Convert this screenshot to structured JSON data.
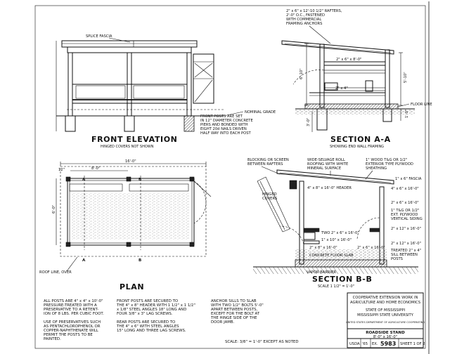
{
  "front_elevation": {
    "title": "FRONT ELEVATION",
    "subtitle": "HINGED COVERS NOT SHOWN",
    "label_splice": "SPLICE FASCIA",
    "label_grade": "NOMINAL GRADE",
    "post_note": [
      "FRONT POSTS ARE SET",
      "IN 12\" DIAMETER CONCRETE",
      "PIERS AND BONDED WITH",
      "EIGHT 20d NAILS DRIVEN",
      "HALF WAY INTO EACH POST"
    ]
  },
  "section_aa": {
    "title": "SECTION A-A",
    "subtitle": "SHOWING END WALL FRAMING",
    "rafters_note": [
      "2\" x 6\" x 12'-10 1/2\" RAFTERS,",
      "2'-0\" O.C., FASTENED",
      "WITH COMMERCIAL",
      "FRAMING ANCHORS"
    ],
    "lbl_2x6": "2\" x 6\" x 8'-0\"",
    "lbl_2x4": "2\" x 4\"",
    "lbl_floor": "FLOOR LINE",
    "dim_left": "6'-10\"",
    "dim_right": "5'-10\"",
    "dim_bot_left": "3'-0\"",
    "dim_bot_right": "1'-0\""
  },
  "plan": {
    "title": "PLAN",
    "dim_top": "16'-0\"",
    "dim_left_seg": "8'-0\"",
    "dim_edge": "12\"",
    "dim_side": "6'-0\"",
    "marker_a": "A",
    "marker_b": "B",
    "roof_line": "ROOF LINE, OVER"
  },
  "section_bb": {
    "title": "SECTION B-B",
    "scale": "SCALE 1 1/2\" = 1'-0\"",
    "blocking": [
      "BLOCKING OR SCREEN",
      "BETWEEN RAFTERS"
    ],
    "roll_roofing": [
      "WIDE-SELVAGE ROLL",
      "ROOFING WITH WHITE",
      "MINERAL SURFACE"
    ],
    "sheathing": [
      "1\" WOOD T&G OR 1/2\"",
      "EXTERIOR TYPE PLYWOOD",
      "SHEATHING"
    ],
    "fascia": "1\" x 6\" FASCIA",
    "header": "4\" x 8\" x 16'-0\" HEADER",
    "hinged": [
      "HINGED",
      "COVERS"
    ],
    "lbl_4x6": "4\" x 6\" x 16'-0\"",
    "lbl_2x6": "2\" x 6\" x 16'-0\"",
    "siding": [
      "1\" T&G OR 1/2\"",
      "EXT. PLYWOOD",
      "VERTICAL SIDING"
    ],
    "lbl_2x12": "2\" x 12\" x 16'-0\"",
    "lbl_two2x6": "TWO 2\" x 6\" x 16'-0\"",
    "lbl_1x10": "1\" x 10\" x 16'-0\"",
    "lbl_2x8": "2\" x 8\" x 16'-0\"",
    "lbl_2x6b": "2\" x 6\" x 16'-0\"",
    "lbl_2x12b": "2\" x 12\" x 16'-0\"",
    "treated": [
      "TREATED 2\" x 4\"",
      "SILL BETWEEN",
      "POSTS"
    ],
    "slab": "CONCRETE FLOOR SLAB",
    "vapor": "VAPOR BARRIER"
  },
  "notes": {
    "col1": [
      "ALL POSTS ARE 4\" x 4\" x 10'-0\"",
      "PRESSURE-TREATED WITH A",
      "PRESERVATIVE TO A RETENT-",
      "ION OF 8 LBS. PER CUBIC FOOT.",
      "",
      "USE OF PRESERVATIVES SUCH",
      "AS PENTACHLOROPHENOL OR",
      "COPPER-NAPHTHENATE WILL",
      "PERMIT THE POSTS TO BE",
      "PAINTED."
    ],
    "col2": [
      "FRONT POSTS ARE SECURED TO",
      "THE 4\" x 8\" HEADER WITH 1 1/2\" x 1 1/2\"",
      "x 1/8\" STEEL ANGLES 18\" LONG AND",
      "FOUR 3/8\" x 3\" LAG SCREWS.",
      "",
      "REAR POSTS ARE SECURED TO",
      "THE 4\" x 6\" WITH STEEL ANGLES",
      "15\" LONG AND THREE LAG SCREWS."
    ],
    "col3": [
      "ANCHOR SILLS TO SLAB",
      "WITH TWO 1/2\" BOLTS 5'-0\"",
      "APART BETWEEN POSTS,",
      "EXCEPT FOR THE BOLT AT",
      "THE HINGE SIDE OF THE",
      "DOOR JAMB."
    ],
    "scale": "SCALE: 3/8\" = 1'-0\" EXCEPT AS NOTED"
  },
  "title_block": {
    "line1": "COOPERATIVE EXTENSION WORK IN",
    "line2": "AGRICULTURE AND HOME ECONOMICS",
    "line3": "STATE OF MISSISSIPPI",
    "line4": "MISSISSIPPI STATE UNIVERSITY",
    "line5": "UNITED STATES DEPARTMENT OF AGRICULTURE COOPERATING",
    "name": "ROADSIDE STAND",
    "size": "8'-0\" x 16'-0\"",
    "usda": "USDA",
    "year": "'65",
    "ex": "EX.",
    "number": "5983",
    "sheet": "SHEET 1 OF 2"
  }
}
